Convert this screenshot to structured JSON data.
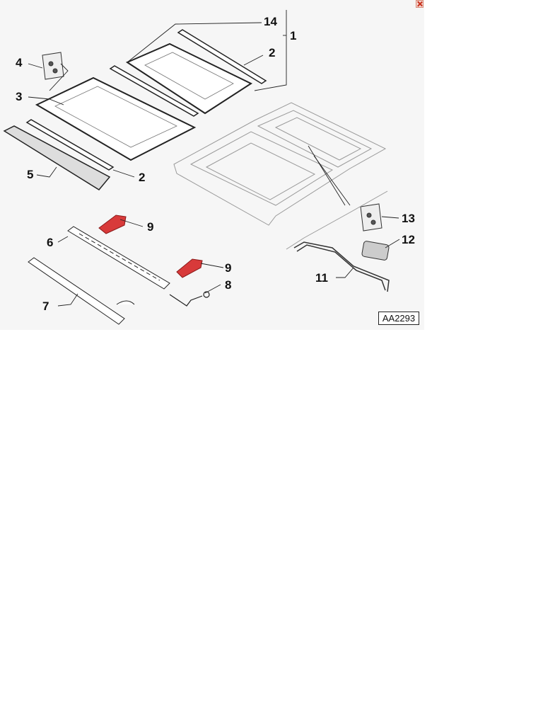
{
  "diagram": {
    "reference_code": "AA2293",
    "callouts": {
      "c1": "1",
      "c2a": "2",
      "c2b": "2",
      "c3": "3",
      "c4": "4",
      "c5": "5",
      "c6": "6",
      "c7": "7",
      "c8": "8",
      "c9a": "9",
      "c9b": "9",
      "c11": "11",
      "c12": "12",
      "c13": "13",
      "c14": "14"
    }
  },
  "colors": {
    "highlight_part": "#d83a3a",
    "line": "#222222",
    "car_outline": "#9a9a9a"
  }
}
